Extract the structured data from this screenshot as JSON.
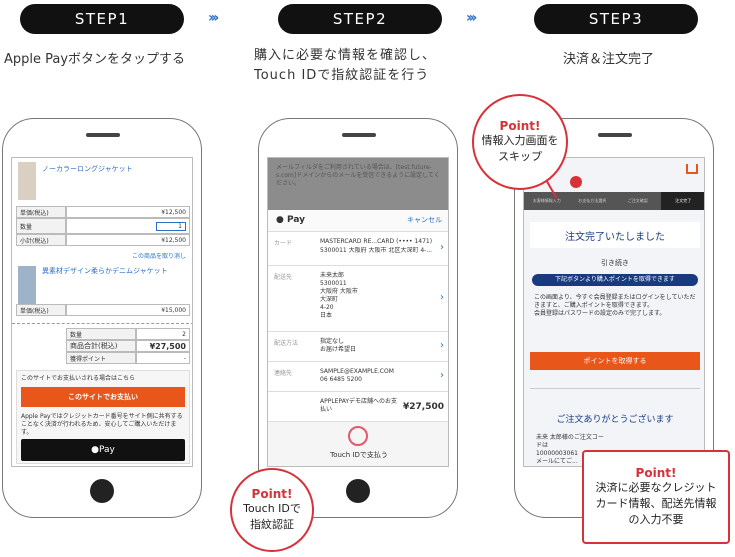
{
  "steps": [
    {
      "label": "STEP1",
      "desc": [
        "Apple Payボタンをタップする"
      ]
    },
    {
      "label": "STEP2",
      "desc": [
        "購入に必要な情報を確認し、",
        "Touch IDで指紋認証を行う"
      ]
    },
    {
      "label": "STEP3",
      "desc": [
        "決済＆注文完了"
      ]
    }
  ],
  "arrows": "›››",
  "colors": {
    "accent_blue": "#2a6fc2",
    "point_red": "#d7323a",
    "orange": "#e8561a",
    "navy": "#183b80"
  },
  "phone1": {
    "product1": "ノーカラーロングジャケット",
    "unit_label": "単価(税込)",
    "unit_value": "¥12,500",
    "qty_label": "数量",
    "qty_value": "1",
    "subtotal_label": "小計(税込)",
    "subtotal_value": "¥12,500",
    "remove_link": "この商品を取り消し",
    "product2": "異素材デザイン柔らかデニムジャケット",
    "unit2_label": "単価(税込)",
    "unit2_value": "¥15,000",
    "sum_qty_label": "数量",
    "sum_qty_value": "2",
    "total_label": "商品合計(税込)",
    "total_value": "¥27,500",
    "points_label": "獲得ポイント",
    "points_value": "-",
    "site_pay_note": "このサイトでお支払いされる場合はこちら",
    "site_pay_button": "このサイトでお支払い",
    "apple_note": "Apple Payではクレジットカード番号をサイト側に共有することなく決済が行われるため、安心してご購入いただけます。",
    "apple_button": " Pay"
  },
  "phone2": {
    "bg_text1": "メールフィルタをご利用されている場合は、[test.future-s.com]ドメインからのメールを受信できるように設定してください。",
    "pay_title": " Pay",
    "cancel": "キャンセル",
    "card_label": "カード",
    "card_value": "MASTERCARD RE...CARD (•••• 1471)",
    "card_addr": "5300011 大阪府 大阪市 北区大深町 4-...",
    "ship_label": "配送先",
    "ship_lines": [
      "未来太郎",
      "5300011",
      "大阪府 大阪市",
      "大深町",
      "4-20",
      "日本"
    ],
    "method_label": "配送方法",
    "method_lines": [
      "指定なし",
      "お届け希望日"
    ],
    "contact_label": "連絡先",
    "contact_lines": [
      "SAMPLE@EXAMPLE.COM",
      "06 6485 5200"
    ],
    "merchant_line": "APPLEPAYデモ店舗へのお支払い",
    "amount": "¥27,500",
    "touch_label": "Touch IDで支払う"
  },
  "phone3": {
    "tabs": [
      "お客様情報入力",
      "お支払方法選択",
      "ご注文確認",
      "注文完了"
    ],
    "complete_title": "注文完了いたしました",
    "continue_label": "引き続き",
    "navy_banner": "下記ボタンより購入ポイントを取得できます",
    "info_text": "この画面より、今すぐ会員登録またはログインをしていただきますと、ご購入ポイントを取得できます。",
    "info_text2": "会員登録はパスワードの設定のみで完了します。",
    "points_button": "ポイントを取得する",
    "thanks": "ご注文ありがとうございます",
    "order_code_line": "未来 太郎様のご注文コードは",
    "order_code": "10000003061",
    "mail_line": "メールにてご..."
  },
  "bubbles": {
    "b1": {
      "point": "Point!",
      "lines": [
        "情報入力画面を",
        "スキップ"
      ]
    },
    "b2": {
      "point": "Point!",
      "lines": [
        "Touch IDで",
        "指紋認証"
      ]
    },
    "b3": {
      "point": "Point!",
      "lines": [
        "決済に必要なクレジット",
        "カード情報、配送先情報",
        "の入力不要"
      ]
    }
  }
}
